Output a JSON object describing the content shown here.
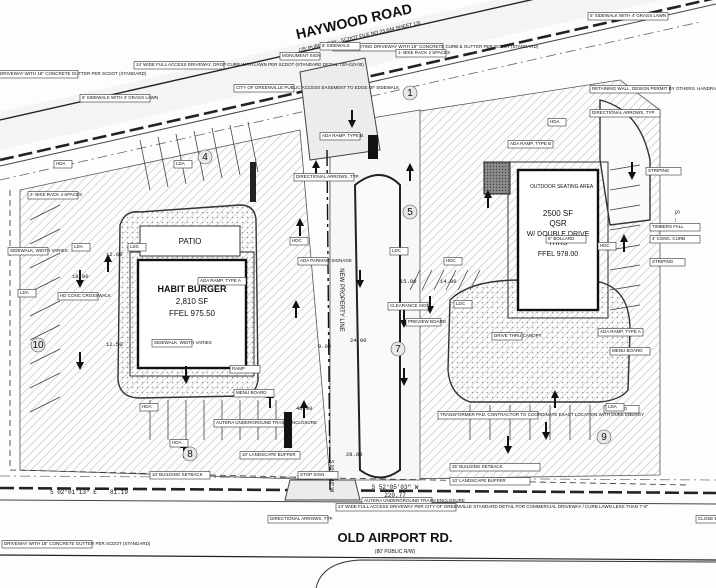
{
  "roads": {
    "north_name": "HAYWOOD ROAD",
    "north_sub": "(75' PUBLIC R/W - SCDOT FILE NO 23.644 SHEET 13)",
    "south_name": "OLD AIRPORT RD.",
    "south_sub": "(80' PUBLIC R/W)",
    "east_label": "S. ...",
    "bearing_south": "S 02°01'13\" E",
    "dist_south_left": "81.19",
    "bearing_south_mid": "S 52°05'03\" W",
    "dist_south_mid": "220.77"
  },
  "buildings": {
    "west": {
      "name": "HABIT BURGER",
      "area": "2,810 SF",
      "ffel": "FFEL 975.50",
      "patio": "PATIO"
    },
    "east": {
      "area": "2500 SF",
      "use": "QSR",
      "drive": "W/ DOUBLE DRIVE",
      "thru": "THRU",
      "ffel": "FFEL 978.00",
      "seating": "OUTDOOR SEATING AREA"
    }
  },
  "center": {
    "property_line": "NEW PROPERTY LINE",
    "bearing": "S 00°31'40\" W"
  },
  "lots": [
    "1",
    "4",
    "5",
    "7",
    "8",
    "9",
    "10"
  ],
  "dims": [
    "24.00",
    "18.00",
    "12.00",
    "15.00",
    "14.00",
    "12.50",
    "9.00",
    "40.00",
    "28.00"
  ],
  "callouts": [
    "CLOSE EXISTING DRIVEWAY WITH 18\" CONCRETE CURB & GUTTER PER SCDOT (STANDARD)",
    "5' SIDEWALK WITH 4' GRASS LAWN",
    "24' WIDE FULL ACCESS DRIVEWAY, DROP CURB WITH LAWN PER SCDOT (STANDARD DETAIL 720-410-00)",
    "DRIVEWAY WITH 18\" CONCRETE GUTTER PER SCDOT (STANDARD)",
    "5' SIDEWALK WITH 4' GRASS LAWN",
    "MONUMENT SIGN",
    "5' SIDEWALK",
    "1- BIKE RACK 2 SPACES",
    "CITY OF GREENVILLE PUBLIC ACCESS EASEMENT TO EDGE OF SIDEWALK",
    "RETAINING WALL, DESIGN PERMIT BY OTHERS. HANDRAIL REQUIRED FOR WALL HEIGHT GREATER THAN 30\"",
    "DIRECTIONAL ARROWS, TYP.",
    "ADA RAMP, TYPE B",
    "DIRECTIONAL ARROWS, TYP.",
    "ADA RAMP, TYPE B",
    "2- BIKE RACK 4 SPACES",
    "SIDEWALK, WIDTH VARIES",
    "HD CONC CROSSWALK",
    "ADA RAMP, TYPE A",
    "SIDEWALK, WIDTH VARIES",
    "RAMP",
    "MENU BOARD",
    "AUTERA UNDERGROUND TRASH ENCLOSURE",
    "10' LANDSCAPE BUFFER",
    "10' BUILDING SETBACK",
    "STOP SIGN",
    "ADA PARKING SIGNAGE",
    "6\" BOLLARD",
    "CLEARANCE SIGN",
    "PREVIEW BOARD",
    "DRIVE THRU CANOPY",
    "TRANSFORMER PAD. CONTRACTOR TO COORDINATE EXACT LOCATION WITH DUKE ENERGY",
    "STRIPING",
    "ADA RAMP, TYPE A",
    "MENU BOARD",
    "AUTERA UNDERGROUND TRASH ENCLOSURE",
    "24' WIDE FULL ACCESS DRIVEWAY PER CITY OF GREENVILLE STANDARD DETAIL FOR COMMERCIAL DRIVEWAY / CURB LAWN LESS THAN 7'-6\"",
    "DRIVEWAY WITH 18\" CONCRETE GUTTER PER SCDOT (STANDARD)",
    "DIRECTIONAL ARROWS, TYP.",
    "STRIPING",
    "TIMBERS FALL",
    "4' CONC. CURB",
    "STRIPING",
    "25' BUILDING SETBACK",
    "10' LANDSCAPE BUFFER",
    "CLOSE EX..."
  ],
  "small_tags": [
    "HDA",
    "LDA",
    "HDC",
    "LDC",
    "LDA",
    "HDA",
    "LDC",
    "HDC",
    "LDA",
    "HDA",
    "HDC",
    "LDC",
    "HDA",
    "LDA"
  ]
}
